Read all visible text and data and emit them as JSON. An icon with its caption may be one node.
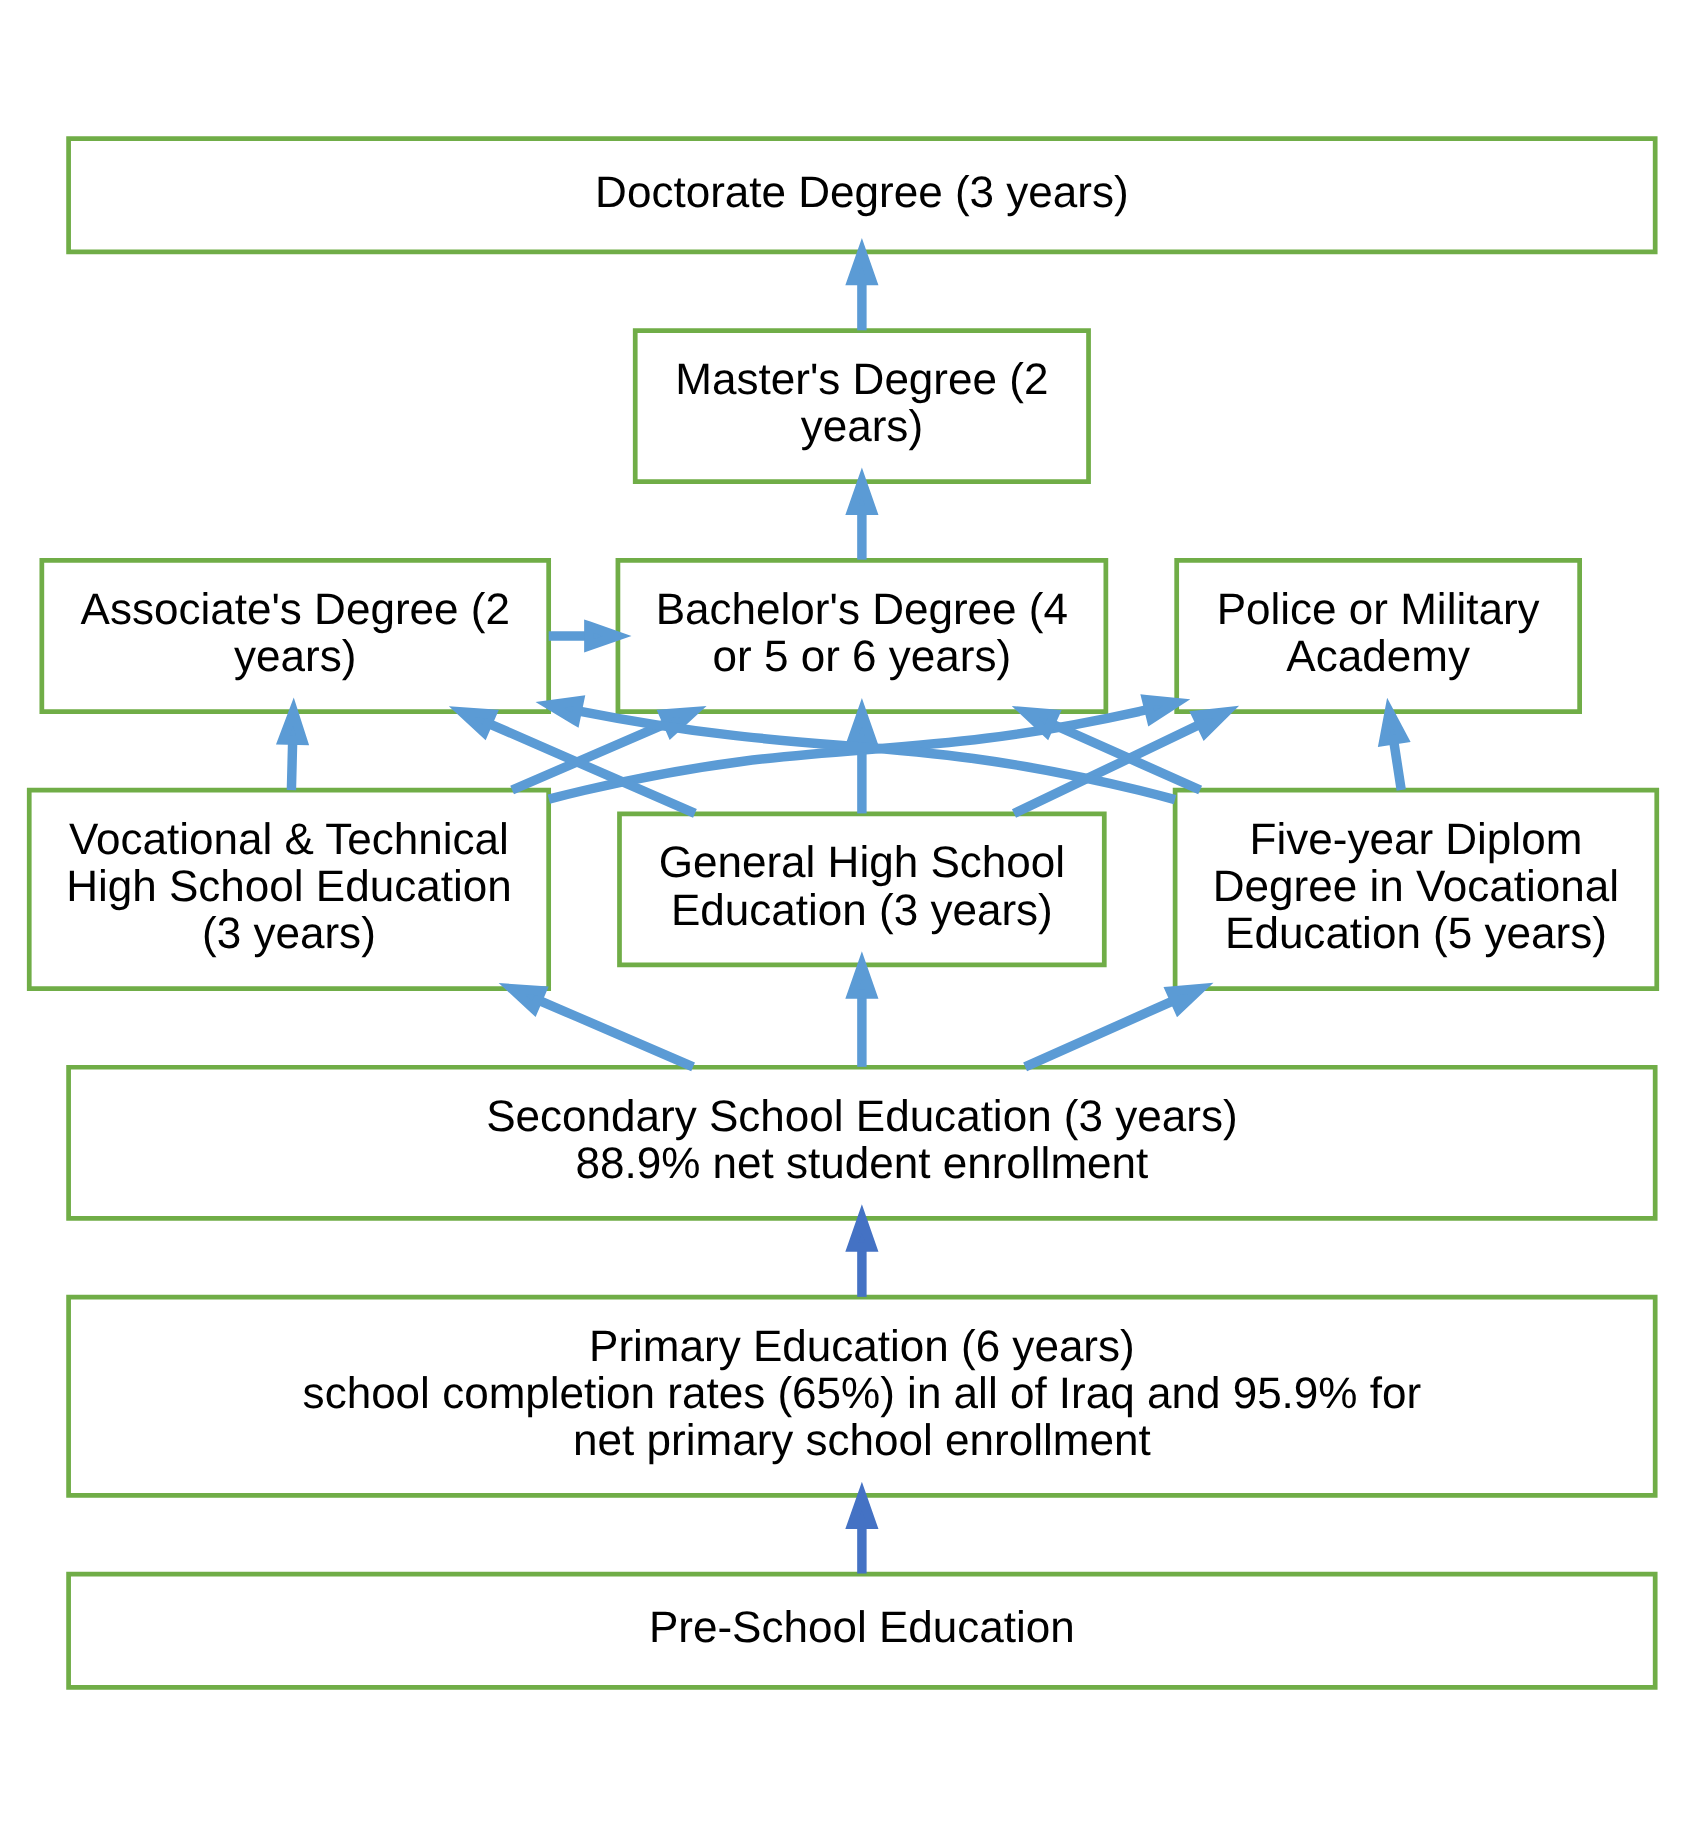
{
  "diagram": {
    "nodes": [
      {
        "text": [
          "Doctorate Degree (3 years)"
        ]
      },
      {
        "text": [
          "Master's Degree (2 years)"
        ]
      },
      {
        "text": [
          "Associate's Degree (2 years)"
        ]
      },
      {
        "text": [
          "Bachelor's Degree (4 or 5 or 6 years)"
        ]
      },
      {
        "text": [
          "Police or Military Academy"
        ]
      },
      {
        "text": [
          "Vocational & Technical High School Education (3 years)"
        ]
      },
      {
        "text": [
          "General High School Education (3 years)"
        ]
      },
      {
        "text": [
          "Five-year Diplom Degree in Vocational Education (5 years)"
        ]
      },
      {
        "text": [
          "Secondary School Education (3 years)",
          "88.9% net student enrollment"
        ]
      },
      {
        "text": [
          "Primary Education (6 years)",
          "school completion rates (65%) in all of Iraq and 95.9% for net primary school enrollment"
        ]
      },
      {
        "text": [
          "Pre-School Education"
        ]
      }
    ],
    "edges": [
      {
        "from": 10,
        "to": 9,
        "arrow": "to",
        "color": "#4472c4"
      },
      {
        "from": 9,
        "to": 8,
        "arrow": "to",
        "color": "#4472c4"
      },
      {
        "from": 8,
        "to": 5,
        "arrow": "to"
      },
      {
        "from": 8,
        "to": 6,
        "arrow": "to"
      },
      {
        "from": 8,
        "to": 7,
        "arrow": "to"
      },
      {
        "from": 5,
        "to": 2,
        "arrow": "to"
      },
      {
        "from": 5,
        "to": 3,
        "arrow": "to"
      },
      {
        "from": 5,
        "to": 4,
        "arrow": "to"
      },
      {
        "from": 6,
        "to": 2,
        "arrow": "to"
      },
      {
        "from": 6,
        "to": 3,
        "arrow": "to"
      },
      {
        "from": 6,
        "to": 4,
        "arrow": "to"
      },
      {
        "from": 7,
        "to": 2,
        "arrow": "to"
      },
      {
        "from": 7,
        "to": 3,
        "arrow": "to"
      },
      {
        "from": 7,
        "to": 4,
        "arrow": "to"
      },
      {
        "from": 2,
        "to": 3,
        "arrow": "to"
      },
      {
        "from": 3,
        "to": 1,
        "arrow": "to"
      },
      {
        "from": 1,
        "to": 0,
        "arrow": "to"
      }
    ]
  }
}
